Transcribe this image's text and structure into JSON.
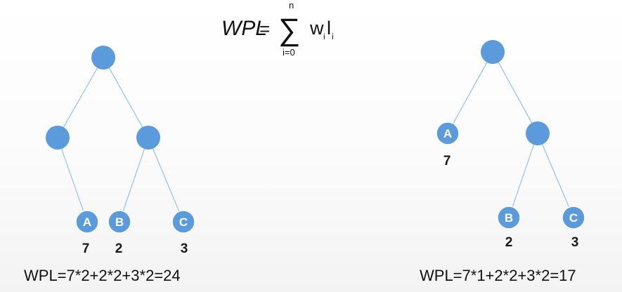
{
  "formula": {
    "lhs": "WPL",
    "equals": "=",
    "sigma": "∑",
    "upper": "n",
    "lower": "i=0",
    "w": "w",
    "w_sub": "i",
    "l": "l",
    "l_sub": "i"
  },
  "trees": [
    {
      "leaves": [
        {
          "label": "A",
          "weight": "7"
        },
        {
          "label": "B",
          "weight": "2"
        },
        {
          "label": "C",
          "weight": "3"
        }
      ],
      "wpl": "WPL=7*2+2*2+3*2=24"
    },
    {
      "leaves": [
        {
          "label": "A",
          "weight": "7"
        },
        {
          "label": "B",
          "weight": "2"
        },
        {
          "label": "C",
          "weight": "3"
        }
      ],
      "wpl": "WPL=7*1+2*2+3*2=17"
    }
  ],
  "colors": {
    "node": "#5b9bdb",
    "edge": "#9cc6e6",
    "leaf_text": "#ffffff"
  }
}
